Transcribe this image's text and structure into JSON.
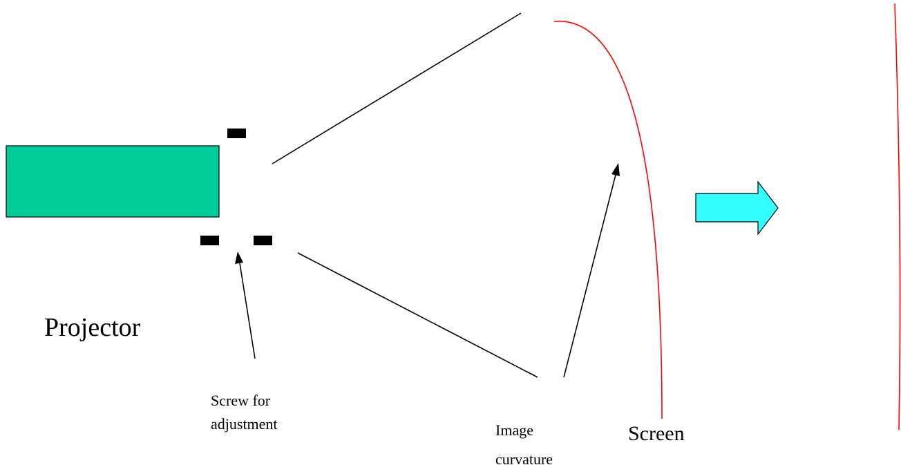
{
  "labels": {
    "projector": "Projector",
    "screw_line1": "Screw for",
    "screw_line2": "adjustment",
    "image_line1": "Image",
    "image_line2": "curvature",
    "screen": "Screen"
  },
  "colors": {
    "projector_fill": "#00CC99",
    "screen_curve": "#FF0000",
    "arrow_fill": "#33FFFF",
    "outline": "#000000"
  },
  "icons": {
    "transition_arrow": "right-arrow-icon"
  }
}
